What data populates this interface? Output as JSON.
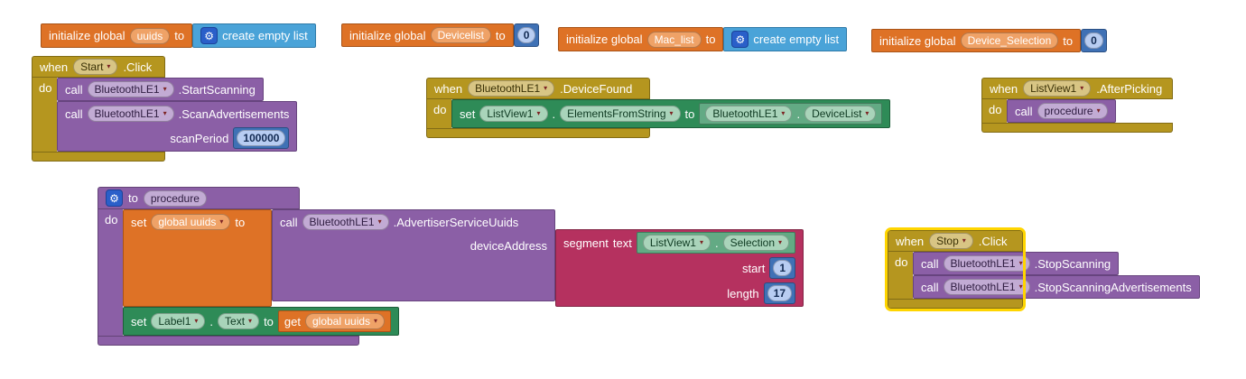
{
  "colors": {
    "event_gold": "#b5961f",
    "method_purple": "#8b5fa6",
    "variable_orange": "#de7226",
    "setter_green": "#2e8b57",
    "getter_green": "#63aa84",
    "text_crimson": "#b5315f",
    "math_blue": "#3f71b5",
    "list_blue": "#4aa3d8",
    "gear_chip_blue": "#2a5fc9",
    "selection_highlight": "#ffd500"
  },
  "kw": {
    "when": "when",
    "do": "do",
    "call": "call",
    "set": "set",
    "get": "get",
    "to": "to",
    "initialize_global": "initialize global",
    "dot": "."
  },
  "icons": {
    "gear": "⚙",
    "dropdown_caret": "▾"
  },
  "init_blocks": [
    {
      "name": "uuids",
      "value_type": "list",
      "value_label": "create empty list"
    },
    {
      "name": "Devicelist",
      "value_type": "number",
      "value": "0"
    },
    {
      "name": "Mac_list",
      "value_type": "list",
      "value_label": "create empty list"
    },
    {
      "name": "Device_Selection",
      "value_type": "number",
      "value": "0"
    }
  ],
  "start_event": {
    "component": "Start",
    "event": ".Click",
    "call1": {
      "component": "BluetoothLE1",
      "method": ".StartScanning"
    },
    "call2": {
      "component": "BluetoothLE1",
      "method": ".ScanAdvertisements",
      "param_label": "scanPeriod",
      "param_value": "100000"
    }
  },
  "device_found_event": {
    "component": "BluetoothLE1",
    "event": ".DeviceFound",
    "set_row": {
      "component": "ListView1",
      "property": "ElementsFromString",
      "value": {
        "component": "BluetoothLE1",
        "property": "DeviceList"
      }
    }
  },
  "after_picking_event": {
    "component": "ListView1",
    "event": ".AfterPicking",
    "call": {
      "procedure": "procedure"
    }
  },
  "procedure_def": {
    "name": "procedure",
    "set_var": {
      "name": "global uuids"
    },
    "call": {
      "component": "BluetoothLE1",
      "method": ".AdvertiserServiceUuids",
      "param_label": "deviceAddress"
    },
    "segment": {
      "label": "segment",
      "text_label": "text",
      "text_value": {
        "component": "ListView1",
        "property": "Selection"
      },
      "start_label": "start",
      "start_value": "1",
      "length_label": "length",
      "length_value": "17"
    },
    "set_label_row": {
      "component": "Label1",
      "property": "Text",
      "value_name": "global uuids"
    }
  },
  "stop_event": {
    "component": "Stop",
    "event": ".Click",
    "call1": {
      "component": "BluetoothLE1",
      "method": ".StopScanning"
    },
    "call2": {
      "component": "BluetoothLE1",
      "method": ".StopScanningAdvertisements"
    }
  }
}
